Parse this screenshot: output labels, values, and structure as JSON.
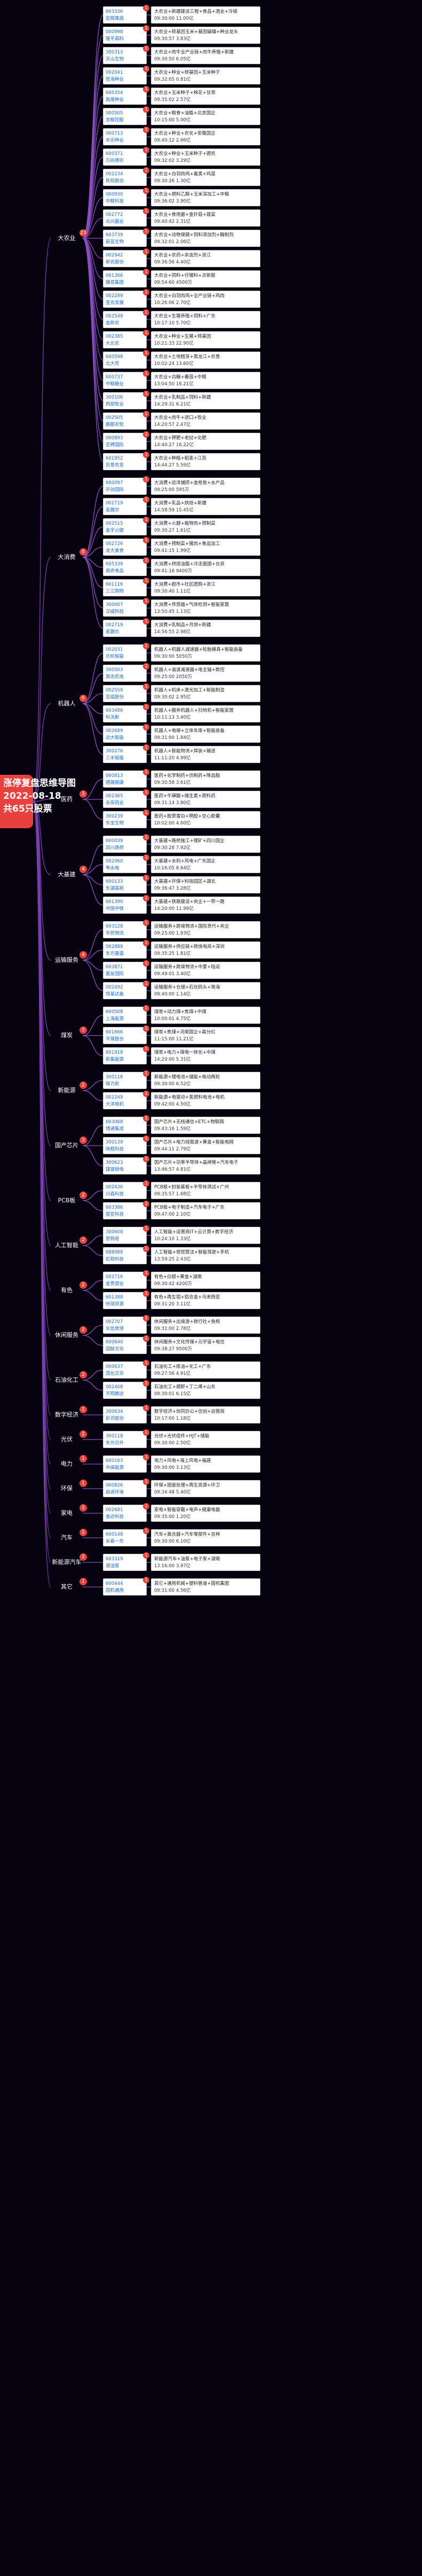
{
  "root": {
    "line1": "涨停复盘思维导图",
    "line2": "2022-08-18",
    "line3": "共65只股票"
  },
  "categories": [
    {
      "label": "大农业",
      "count": "23",
      "stocks": [
        {
          "code": "603336",
          "name": "宏辉果蔬",
          "badge": "1",
          "desc": "大农业+新疆建设工程+食品+酒业+冷链",
          "time": "09:30:00 11.00亿"
        },
        {
          "code": "000998",
          "name": "隆平高科",
          "badge": "1",
          "desc": "大农业+转基因玉米+基因编辑+种业龙头",
          "time": "09:30:57 3.83亿"
        },
        {
          "code": "300313",
          "name": "天山生物",
          "badge": "1",
          "desc": "大农业+肉牛全产业链+肉牛养殖+新疆",
          "time": "09:30:50 6.05亿"
        },
        {
          "code": "002041",
          "name": "登海种业",
          "badge": "1",
          "desc": "大农业+种业+转基因+玉米种子",
          "time": "09:32:05 0.81亿"
        },
        {
          "code": "600354",
          "name": "敦煌种业",
          "badge": "1",
          "desc": "大农业+玉米种子+棉花+甘肃",
          "time": "09:35:02 2.57亿"
        },
        {
          "code": "000505",
          "name": "京粮控股",
          "badge": "1",
          "desc": "大农业+粮食+油脂+北京国企",
          "time": "10:15:00 5.00亿"
        },
        {
          "code": "000713",
          "name": "丰乐种业",
          "badge": "1",
          "desc": "大农业+种业+农化+安徽国企",
          "time": "09:40:12 2.66亿"
        },
        {
          "code": "600371",
          "name": "万向德农",
          "badge": "1",
          "desc": "大农业+种业+玉米种子+德农",
          "time": "09:32:02 3.29亿"
        },
        {
          "code": "002234",
          "name": "民和股份",
          "badge": "1",
          "desc": "大农业+白羽肉鸡+禽类+鸡苗",
          "time": "09:30:26 1.30亿"
        },
        {
          "code": "000930",
          "name": "中粮科技",
          "badge": "1",
          "desc": "大农业+燃料乙醇+玉米深加工+中粮",
          "time": "09:36:02 3.90亿"
        },
        {
          "code": "002772",
          "name": "众兴菌业",
          "badge": "1",
          "desc": "大农业+食用菌+金针菇+蔬菜",
          "time": "09:40:42 2.31亿"
        },
        {
          "code": "603739",
          "name": "蔚蓝生物",
          "badge": "1",
          "desc": "大农业+动物保健+饲料添加剂+酶制剂",
          "time": "09:32:01 2.06亿"
        },
        {
          "code": "002942",
          "name": "新农股份",
          "badge": "1",
          "desc": "大农业+农药+杀虫剂+浙江",
          "time": "09:36:56 4.40亿"
        },
        {
          "code": "001366",
          "name": "播恩集团",
          "badge": "1",
          "desc": "大农业+饲料+仔猪料+次新股",
          "time": "09:54:60 4500万"
        },
        {
          "code": "002299",
          "name": "圣农发展",
          "badge": "1",
          "desc": "大农业+白羽肉鸡+全产业链+鸡肉",
          "time": "10:26:06 2.70亿"
        },
        {
          "code": "002548",
          "name": "金新农",
          "badge": "1",
          "desc": "大农业+生猪养殖+饲料+广东",
          "time": "10:17:10 5.70亿"
        },
        {
          "code": "002385",
          "name": "大北农",
          "badge": "1",
          "desc": "大农业+种业+生猪+转基因",
          "time": "10:21:33 22.90亿"
        },
        {
          "code": "600598",
          "name": "北大荒",
          "badge": "1",
          "desc": "大农业+土地租赁+黑龙江+农垦",
          "time": "10:02:24 13.60亿"
        },
        {
          "code": "600737",
          "name": "中粮糖业",
          "badge": "1",
          "desc": "大农业+白糖+番茄+中粮",
          "time": "13:04:50 16.21亿"
        },
        {
          "code": "300106",
          "name": "西部牧业",
          "badge": "1",
          "desc": "大农业+乳制品+饲料+新疆",
          "time": "14:29:31 6.21亿"
        },
        {
          "code": "002505",
          "name": "鹏都农牧",
          "badge": "1",
          "desc": "大农业+肉牛+进口+牧业",
          "time": "14:20:57 2.47亿"
        },
        {
          "code": "000893",
          "name": "亚钾国际",
          "badge": "1",
          "desc": "大农业+钾肥+老挝+化肥",
          "time": "14:40:27 16.22亿"
        },
        {
          "code": "601952",
          "name": "苏垦农发",
          "badge": "1",
          "desc": "大农业+种植+稻麦+江苏",
          "time": "14:44:27 5.59亿"
        }
      ]
    },
    {
      "label": "大消费",
      "count": "8",
      "stocks": [
        {
          "code": "600097",
          "name": "开创国际",
          "badge": "1",
          "desc": "大消费+远洋捕捞+金枪鱼+水产品",
          "time": "09:25:00 595万"
        },
        {
          "code": "002719",
          "name": "麦趣尔",
          "badge": "1",
          "desc": "大消费+乳品+烘焙+新疆",
          "time": "14:58:59 15.45亿"
        },
        {
          "code": "002515",
          "name": "金字火腿",
          "badge": "1",
          "desc": "大消费+火腿+植物肉+预制菜",
          "time": "09:30:27 1.61亿"
        },
        {
          "code": "002726",
          "name": "龙大美食",
          "badge": "1",
          "desc": "大消费+预制菜+猪肉+食品加工",
          "time": "09:41:15 1.99亿"
        },
        {
          "code": "605339",
          "name": "南侨食品",
          "badge": "1",
          "desc": "大消费+烘焙油脂+冷冻面团+台资",
          "time": "09:41:16 9400万"
        },
        {
          "code": "601116",
          "name": "三江购物",
          "badge": "1",
          "desc": "大消费+超市+社区团购+浙江",
          "time": "09:30:40 1.11亿"
        },
        {
          "code": "300007",
          "name": "汉威科技",
          "badge": "1",
          "desc": "大消费+传感器+气体检测+智能家居",
          "time": "13:50:45 1.13亿"
        },
        {
          "code": "002719",
          "name": "麦趣尔",
          "badge": "1",
          "desc": "大消费+乳制品+月饼+新疆",
          "time": "14:56:55 2.98亿"
        }
      ]
    },
    {
      "label": "机器人",
      "count": "6",
      "stocks": [
        {
          "code": "002031",
          "name": "巨轮智能",
          "badge": "1",
          "desc": "机器人+机器人减速器+轮胎模具+智能装备",
          "time": "09:30:00 5050万"
        },
        {
          "code": "300503",
          "name": "昊志机电",
          "badge": "1",
          "desc": "机器人+谐波减速器+电主轴+数控",
          "time": "09:25:00 2050万"
        },
        {
          "code": "002559",
          "name": "亚威股份",
          "badge": "1",
          "desc": "机器人+机床+激光加工+智能制造",
          "time": "09:30:02 2.95亿"
        },
        {
          "code": "603486",
          "name": "科沃斯",
          "badge": "1",
          "desc": "机器人+服务机器人+扫地机+智能家居",
          "time": "10:11:13 3.40亿"
        },
        {
          "code": "002689",
          "name": "远大智能",
          "badge": "1",
          "desc": "机器人+电梯+立体车库+智能装备",
          "time": "09:31:00 1.84亿"
        },
        {
          "code": "300276",
          "name": "三丰智能",
          "badge": "1",
          "desc": "机器人+智能物流+焊装+输送",
          "time": "11:11:20 4.99亿"
        }
      ]
    },
    {
      "label": "医药",
      "count": "3",
      "stocks": [
        {
          "code": "000813",
          "name": "德展健康",
          "badge": "1",
          "desc": "医药+化学制药+仿制药+降血脂",
          "time": "09:30:58 3.61亿"
        },
        {
          "code": "002365",
          "name": "永安药业",
          "badge": "1",
          "desc": "医药+牛磺酸+维生素+原料药",
          "time": "09:31:14 3.80亿"
        },
        {
          "code": "300239",
          "name": "东宝生物",
          "badge": "1",
          "desc": "医药+胶原蛋白+明胶+空心胶囊",
          "time": "10:02:00 4.60亿"
        }
      ]
    },
    {
      "label": "大基建",
      "count": "4",
      "stocks": [
        {
          "code": "600039",
          "name": "四川路桥",
          "badge": "1",
          "desc": "大基建+路桥施工+锂矿+四川国企",
          "time": "09:30:28 7.92亿"
        },
        {
          "code": "002060",
          "name": "粤水电",
          "badge": "1",
          "desc": "大基建+水利+风电+广东国企",
          "time": "10:16:05 8.64亿"
        },
        {
          "code": "600133",
          "name": "东湖高新",
          "badge": "1",
          "desc": "大基建+环保+科技园区+湖北",
          "time": "09:36:47 3.28亿"
        },
        {
          "code": "601390",
          "name": "中国中铁",
          "badge": "1",
          "desc": "大基建+铁路建设+央企+一带一路",
          "time": "14:20:00 11.99亿"
        }
      ]
    },
    {
      "label": "运输服务",
      "count": "4",
      "stocks": [
        {
          "code": "603128",
          "name": "华贸物流",
          "badge": "1",
          "desc": "运输服务+跨境物流+国际货代+央企",
          "time": "09:25:00 1.93亿"
        },
        {
          "code": "002889",
          "name": "东方嘉盛",
          "badge": "1",
          "desc": "运输服务+供应链+跨境电商+深圳",
          "time": "09:35:25 1.81亿"
        },
        {
          "code": "603871",
          "name": "嘉友国际",
          "badge": "1",
          "desc": "运输服务+跨境物流+中蒙+陆运",
          "time": "09:49:01 3.40亿"
        },
        {
          "code": "002492",
          "name": "恒基达鑫",
          "badge": "1",
          "desc": "运输服务+仓储+石化码头+珠海",
          "time": "09:40:00 1.14亿"
        }
      ]
    },
    {
      "label": "煤炭",
      "count": "3",
      "stocks": [
        {
          "code": "600508",
          "name": "上海能源",
          "badge": "1",
          "desc": "煤炭+动力煤+焦煤+中煤",
          "time": "10:00:01 4.75亿"
        },
        {
          "code": "601666",
          "name": "平煤股份",
          "badge": "1",
          "desc": "煤炭+焦煤+河南国企+高分红",
          "time": "11:15:00 11.21亿"
        },
        {
          "code": "601918",
          "name": "新集能源",
          "badge": "1",
          "desc": "煤炭+电力+煤电一体化+中煤",
          "time": "14:20:00 5.31亿"
        }
      ]
    },
    {
      "label": "新能源",
      "count": "2",
      "stocks": [
        {
          "code": "300116",
          "name": "保力新",
          "badge": "1",
          "desc": "新能源+锂电池+储能+电动两轮",
          "time": "09:30:00 6.52亿"
        },
        {
          "code": "002249",
          "name": "大洋电机",
          "badge": "1",
          "desc": "新能源+电驱动+氢燃料电池+电机",
          "time": "09:42:00 4.50亿"
        }
      ]
    },
    {
      "label": "国产芯片",
      "count": "3",
      "stocks": [
        {
          "code": "603068",
          "name": "博通集成",
          "badge": "1",
          "desc": "国产芯片+无线通信+ETC+物联网",
          "time": "09:43:16 1.59亿"
        },
        {
          "code": "300139",
          "name": "晓程科技",
          "badge": "1",
          "desc": "国产芯片+电力线载波+黄金+智能电网",
          "time": "09:44:11 2.79亿"
        },
        {
          "code": "300623",
          "name": "捷捷微电",
          "badge": "1",
          "desc": "国产芯片+功率半导体+晶闸管+汽车电子",
          "time": "13:46:57 4.81亿"
        }
      ]
    },
    {
      "label": "PCB板",
      "count": "2",
      "stocks": [
        {
          "code": "002436",
          "name": "兴森科技",
          "badge": "1",
          "desc": "PCB板+封装基板+半导体测试+广州",
          "time": "09:35:57 1.68亿"
        },
        {
          "code": "603386",
          "name": "骏亚科技",
          "badge": "1",
          "desc": "PCB板+电子制造+汽车电子+广东",
          "time": "09:47:00 2.10亿"
        }
      ]
    },
    {
      "label": "人工智能",
      "count": "2",
      "stocks": [
        {
          "code": "300608",
          "name": "思特奇",
          "badge": "1",
          "desc": "人工智能+运营商IT+云计算+数字经济",
          "time": "10:24:10 1.33亿"
        },
        {
          "code": "688088",
          "name": "虹软科技",
          "badge": "1",
          "desc": "人工智能+视觉算法+智能驾驶+手机",
          "time": "13:59:25 2.43亿"
        }
      ]
    },
    {
      "label": "有色",
      "count": "2",
      "stocks": [
        {
          "code": "002716",
          "name": "金贵银业",
          "badge": "1",
          "desc": "有色+白银+黄金+湖南",
          "time": "09:30:42 4200万"
        },
        {
          "code": "601388",
          "name": "怡球资源",
          "badge": "1",
          "desc": "有色+再生铝+铝合金+马来西亚",
          "time": "09:31:20 3.11亿"
        }
      ]
    },
    {
      "label": "休闲服务",
      "count": "2",
      "stocks": [
        {
          "code": "002707",
          "name": "众信旅游",
          "badge": "1",
          "desc": "休闲服务+出境游+旅行社+免税",
          "time": "09:31:00 2.78亿"
        },
        {
          "code": "600640",
          "name": "国脉文化",
          "badge": "1",
          "desc": "休闲服务+文化传媒+元宇宙+电信",
          "time": "09:38:27 9500万"
        }
      ]
    },
    {
      "label": "石油化工",
      "count": "2",
      "stocks": [
        {
          "code": "000637",
          "name": "茂化实华",
          "badge": "1",
          "desc": "石油化工+炼油+化工+广东",
          "time": "09:27:56 4.91亿"
        },
        {
          "code": "002408",
          "name": "齐翔腾达",
          "badge": "1",
          "desc": "石油化工+顺酐+丁二烯+山东",
          "time": "09:30:01 6.15亿"
        }
      ]
    },
    {
      "label": "数字经济",
      "count": "1",
      "stocks": [
        {
          "code": "300634",
          "name": "彩讯股份",
          "badge": "1",
          "desc": "数字经济+协同办公+信创+运营商",
          "time": "10:17:00 1.18亿"
        }
      ]
    },
    {
      "label": "光伏",
      "count": "1",
      "stocks": [
        {
          "code": "300118",
          "name": "东方日升",
          "badge": "1",
          "desc": "光伏+光伏组件+HJT+储能",
          "time": "09:30:00 2.50亿"
        }
      ]
    },
    {
      "label": "电力",
      "count": "1",
      "stocks": [
        {
          "code": "600163",
          "name": "中闽能源",
          "badge": "1",
          "desc": "电力+风电+海上风电+福建",
          "time": "09:30:00 3.13亿"
        }
      ]
    },
    {
      "label": "环保",
      "count": "1",
      "stocks": [
        {
          "code": "000826",
          "name": "启迪环境",
          "badge": "1",
          "desc": "环保+固废处理+再生资源+环卫",
          "time": "09:34:48 5.40亿"
        }
      ]
    },
    {
      "label": "家电",
      "count": "1",
      "stocks": [
        {
          "code": "002681",
          "name": "奋达科技",
          "badge": "1",
          "desc": "家电+智能穿戴+电声+健康电器",
          "time": "09:35:00 1.20亿"
        }
      ]
    },
    {
      "label": "汽车",
      "count": "1",
      "stocks": [
        {
          "code": "600148",
          "name": "长春一东",
          "badge": "1",
          "desc": "汽车+离合器+汽车零部件+吉林",
          "time": "09:30:00 6.10亿"
        }
      ]
    },
    {
      "label": "新能源汽车",
      "count": "1",
      "stocks": [
        {
          "code": "603319",
          "name": "湘油泵",
          "badge": "1",
          "desc": "新能源汽车+油泵+电子泵+湖南",
          "time": "13:16:00 3.97亿"
        }
      ]
    },
    {
      "label": "其它",
      "count": "1",
      "stocks": [
        {
          "code": "600444",
          "name": "国机通用",
          "badge": "1",
          "desc": "其它+通用机械+塑料管道+国机集团",
          "time": "09:31:00 4.56亿"
        }
      ]
    }
  ]
}
